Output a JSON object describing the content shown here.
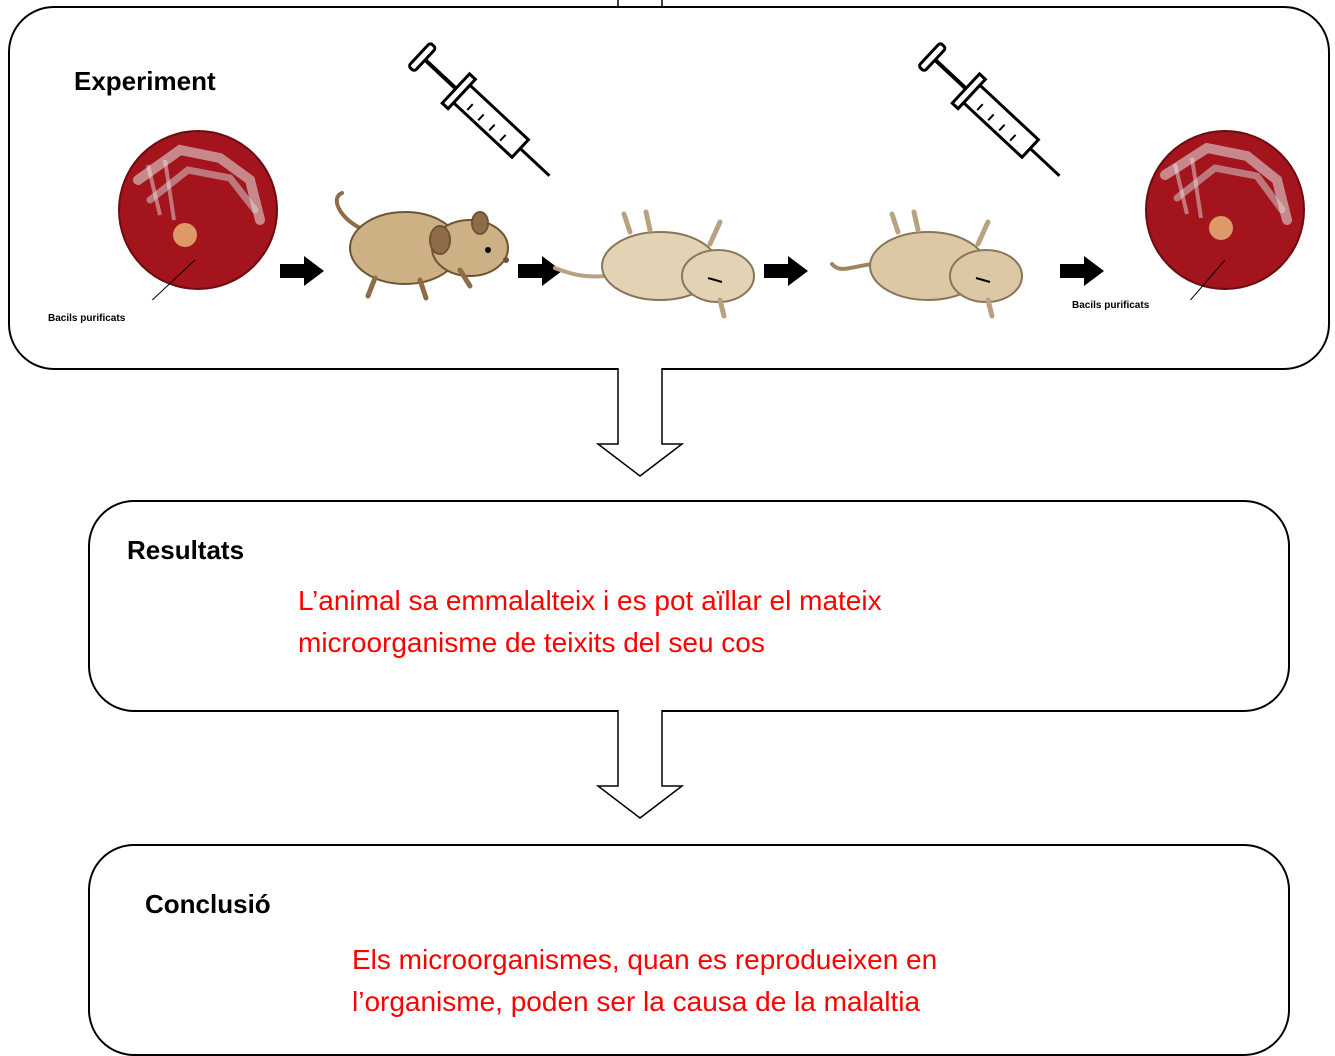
{
  "experiment": {
    "title": "Experiment",
    "plate_label_left": "Bacils purificats",
    "plate_label_right": "Bacils purificats",
    "colors": {
      "agar": "#a3141c",
      "mouse_alive": "#cdb084",
      "mouse_dead": "#e3d3b5"
    }
  },
  "results": {
    "title": "Resultats",
    "lines": [
      "L’animal sa emmalalteix i es pot aïllar el mateix",
      "microorganisme de teixits del seu cos"
    ],
    "color": "#ff0000"
  },
  "conclusion": {
    "title": "Conclusió",
    "lines": [
      "Els microorganismes, quan es reprodueixen en",
      "l’organisme, poden ser  la causa de la malaltia"
    ],
    "color": "#ff0000"
  }
}
